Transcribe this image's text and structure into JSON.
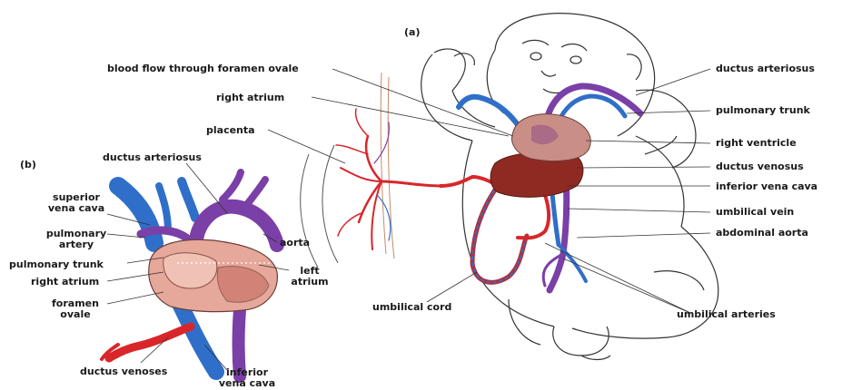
{
  "panel_a": {
    "panel_label": "(a)",
    "labels": {
      "blood_flow_foramen": "blood flow through foramen ovale",
      "right_atrium": "right atrium",
      "placenta": "placenta",
      "ductus_arteriosus": "ductus arteriosus",
      "pulmonary_trunk": "pulmonary trunk",
      "right_ventricle": "right ventricle",
      "ductus_venosus": "ductus venosus",
      "inferior_vena_cava": "inferior vena cava",
      "umbilical_vein": "umbilical vein",
      "abdominal_aorta": "abdominal aorta",
      "umbilical_cord": "umbilical cord",
      "umbilical_arteries": "umbilical arteries"
    }
  },
  "panel_b": {
    "panel_label": "(b)",
    "labels": {
      "ductus_arteriosus": "ductus arteriosus",
      "superior_vena_cava_1": "superior",
      "superior_vena_cava_2": "vena cava",
      "pulmonary_artery_1": "pulmonary",
      "pulmonary_artery_2": "artery",
      "pulmonary_trunk": "pulmonary trunk",
      "right_atrium": "right atrium",
      "foramen_ovale_1": "foramen",
      "foramen_ovale_2": "ovale",
      "aorta": "aorta",
      "left_atrium_1": "left",
      "left_atrium_2": "atrium",
      "ductus_venosus": "ductus venoses",
      "inferior_vena_cava_1": "inferior",
      "inferior_vena_cava_2": "vena cava"
    }
  },
  "colors": {
    "vein_blue": "#2f6fc9",
    "artery_red": "#d8262b",
    "mixed_purple": "#7b3fa8",
    "heart_pink": "#e6a89a",
    "liver_brown": "#8e2a22",
    "outline": "#333333"
  }
}
